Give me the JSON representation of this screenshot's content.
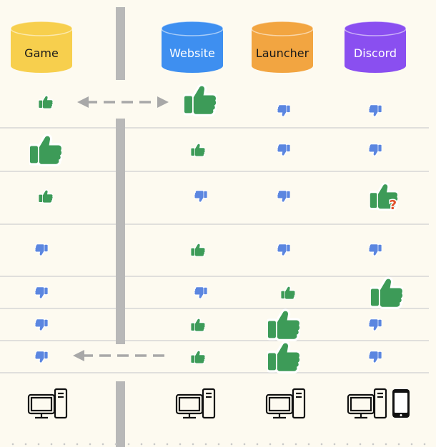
{
  "columns": [
    {
      "key": "game",
      "label": "Game",
      "color": "#f7cf4d",
      "light_text": false
    },
    {
      "key": "website",
      "label": "Website",
      "color": "#3e8ff0",
      "light_text": true
    },
    {
      "key": "launcher",
      "label": "Launcher",
      "color": "#f2a541",
      "light_text": false
    },
    {
      "key": "discord",
      "label": "Discord",
      "color": "#8a4ff0",
      "light_text": true
    }
  ],
  "colors": {
    "background": "#fdfaf0",
    "row_line": "#cfcfcf",
    "divider": "#b8b8b8",
    "thumb_up": "#3d9b58",
    "thumb_down": "#5b86e0",
    "question": "#e0502a",
    "arrow": "#a8a8a8",
    "device": "#111111"
  },
  "rows": [
    {
      "game": "up-small",
      "website": "up-large",
      "launcher": "down",
      "discord": "down",
      "arrow": "both"
    },
    {
      "game": "up-large",
      "website": "up-small",
      "launcher": "down",
      "discord": "down"
    },
    {
      "game": "up-small",
      "website": "down",
      "launcher": "down",
      "discord": "up-large-question"
    },
    {
      "game": "down",
      "website": "up-small",
      "launcher": "down",
      "discord": "down"
    },
    {
      "game": "down",
      "website": "down",
      "launcher": "up-small",
      "discord": "up-large"
    },
    {
      "game": "down",
      "website": "up-small",
      "launcher": "up-large",
      "discord": "down"
    },
    {
      "game": "down",
      "website": "up-small",
      "launcher": "up-large",
      "discord": "down",
      "arrow": "left"
    }
  ],
  "devices": {
    "game": [
      "desktop-computer-icon"
    ],
    "website": [
      "desktop-computer-icon"
    ],
    "launcher": [
      "desktop-computer-icon"
    ],
    "discord": [
      "desktop-computer-icon",
      "smartphone-icon"
    ]
  },
  "question_mark": "?"
}
